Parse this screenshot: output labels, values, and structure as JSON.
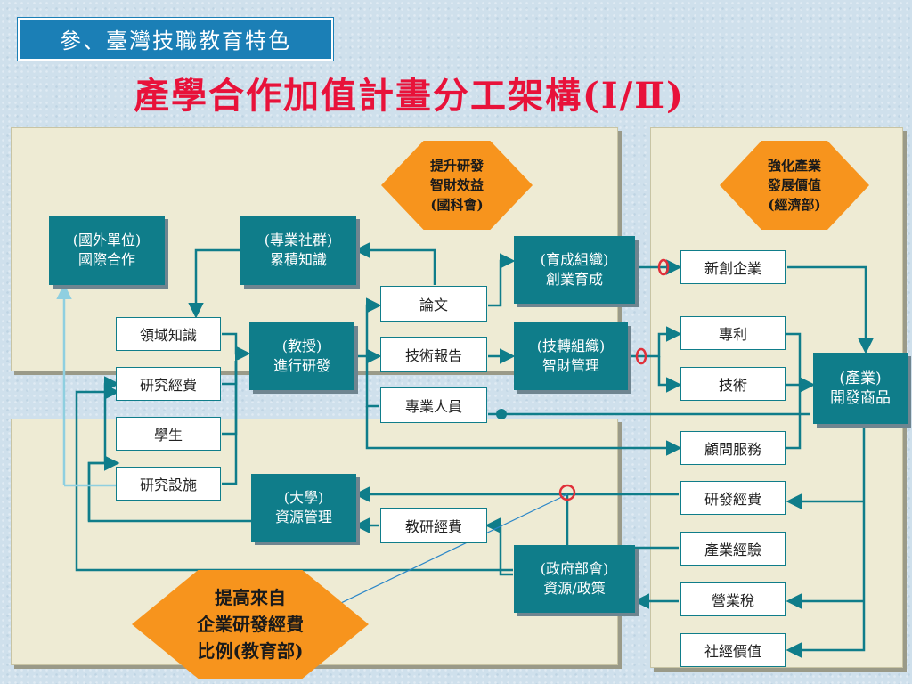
{
  "header": {
    "section_tag": "參、臺灣技職教育特色",
    "title": "產學合作加值計畫分工架構(Ⅰ/Ⅱ)"
  },
  "colors": {
    "teal": "#0f7d8a",
    "orange": "#f7941d",
    "title_red": "#e8123a",
    "tag_blue": "#1b7fb6",
    "panel": "#eeebd4",
    "marker_red": "#e0303a"
  },
  "nodes": {
    "foreign": [
      "(國外單位)",
      "國際合作"
    ],
    "community": [
      "(專業社群)",
      "累積知識"
    ],
    "domain_knowledge": "領域知識",
    "research_funds": "研究經費",
    "students": "學生",
    "research_facilities": "研究設施",
    "professor": [
      "(教授)",
      "進行研發"
    ],
    "university": [
      "(大學)",
      "資源管理"
    ],
    "paper": "論文",
    "tech_report": "技術報告",
    "professionals": "專業人員",
    "teaching_funds": "教研經費",
    "incubation": [
      "(育成組織)",
      "創業育成"
    ],
    "tech_transfer": [
      "(技轉組織)",
      "智財管理"
    ],
    "government": [
      "(政府部會)",
      "資源/政策"
    ],
    "startup": "新創企業",
    "patent": "專利",
    "technology": "技術",
    "consulting": "顧問服務",
    "rd_funds": "研發經費",
    "industry_experience": "產業經驗",
    "business_tax": "營業稅",
    "social_value": "社經價值",
    "industry": [
      "(產業)",
      "開發商品"
    ]
  },
  "callouts": {
    "nsc": [
      "提升研發",
      "智財效益",
      "(國科會)"
    ],
    "moea": [
      "強化產業",
      "發展價值",
      "(經濟部)"
    ],
    "moe": [
      "提高來自",
      "企業研發經費",
      "比例(教育部)"
    ]
  }
}
